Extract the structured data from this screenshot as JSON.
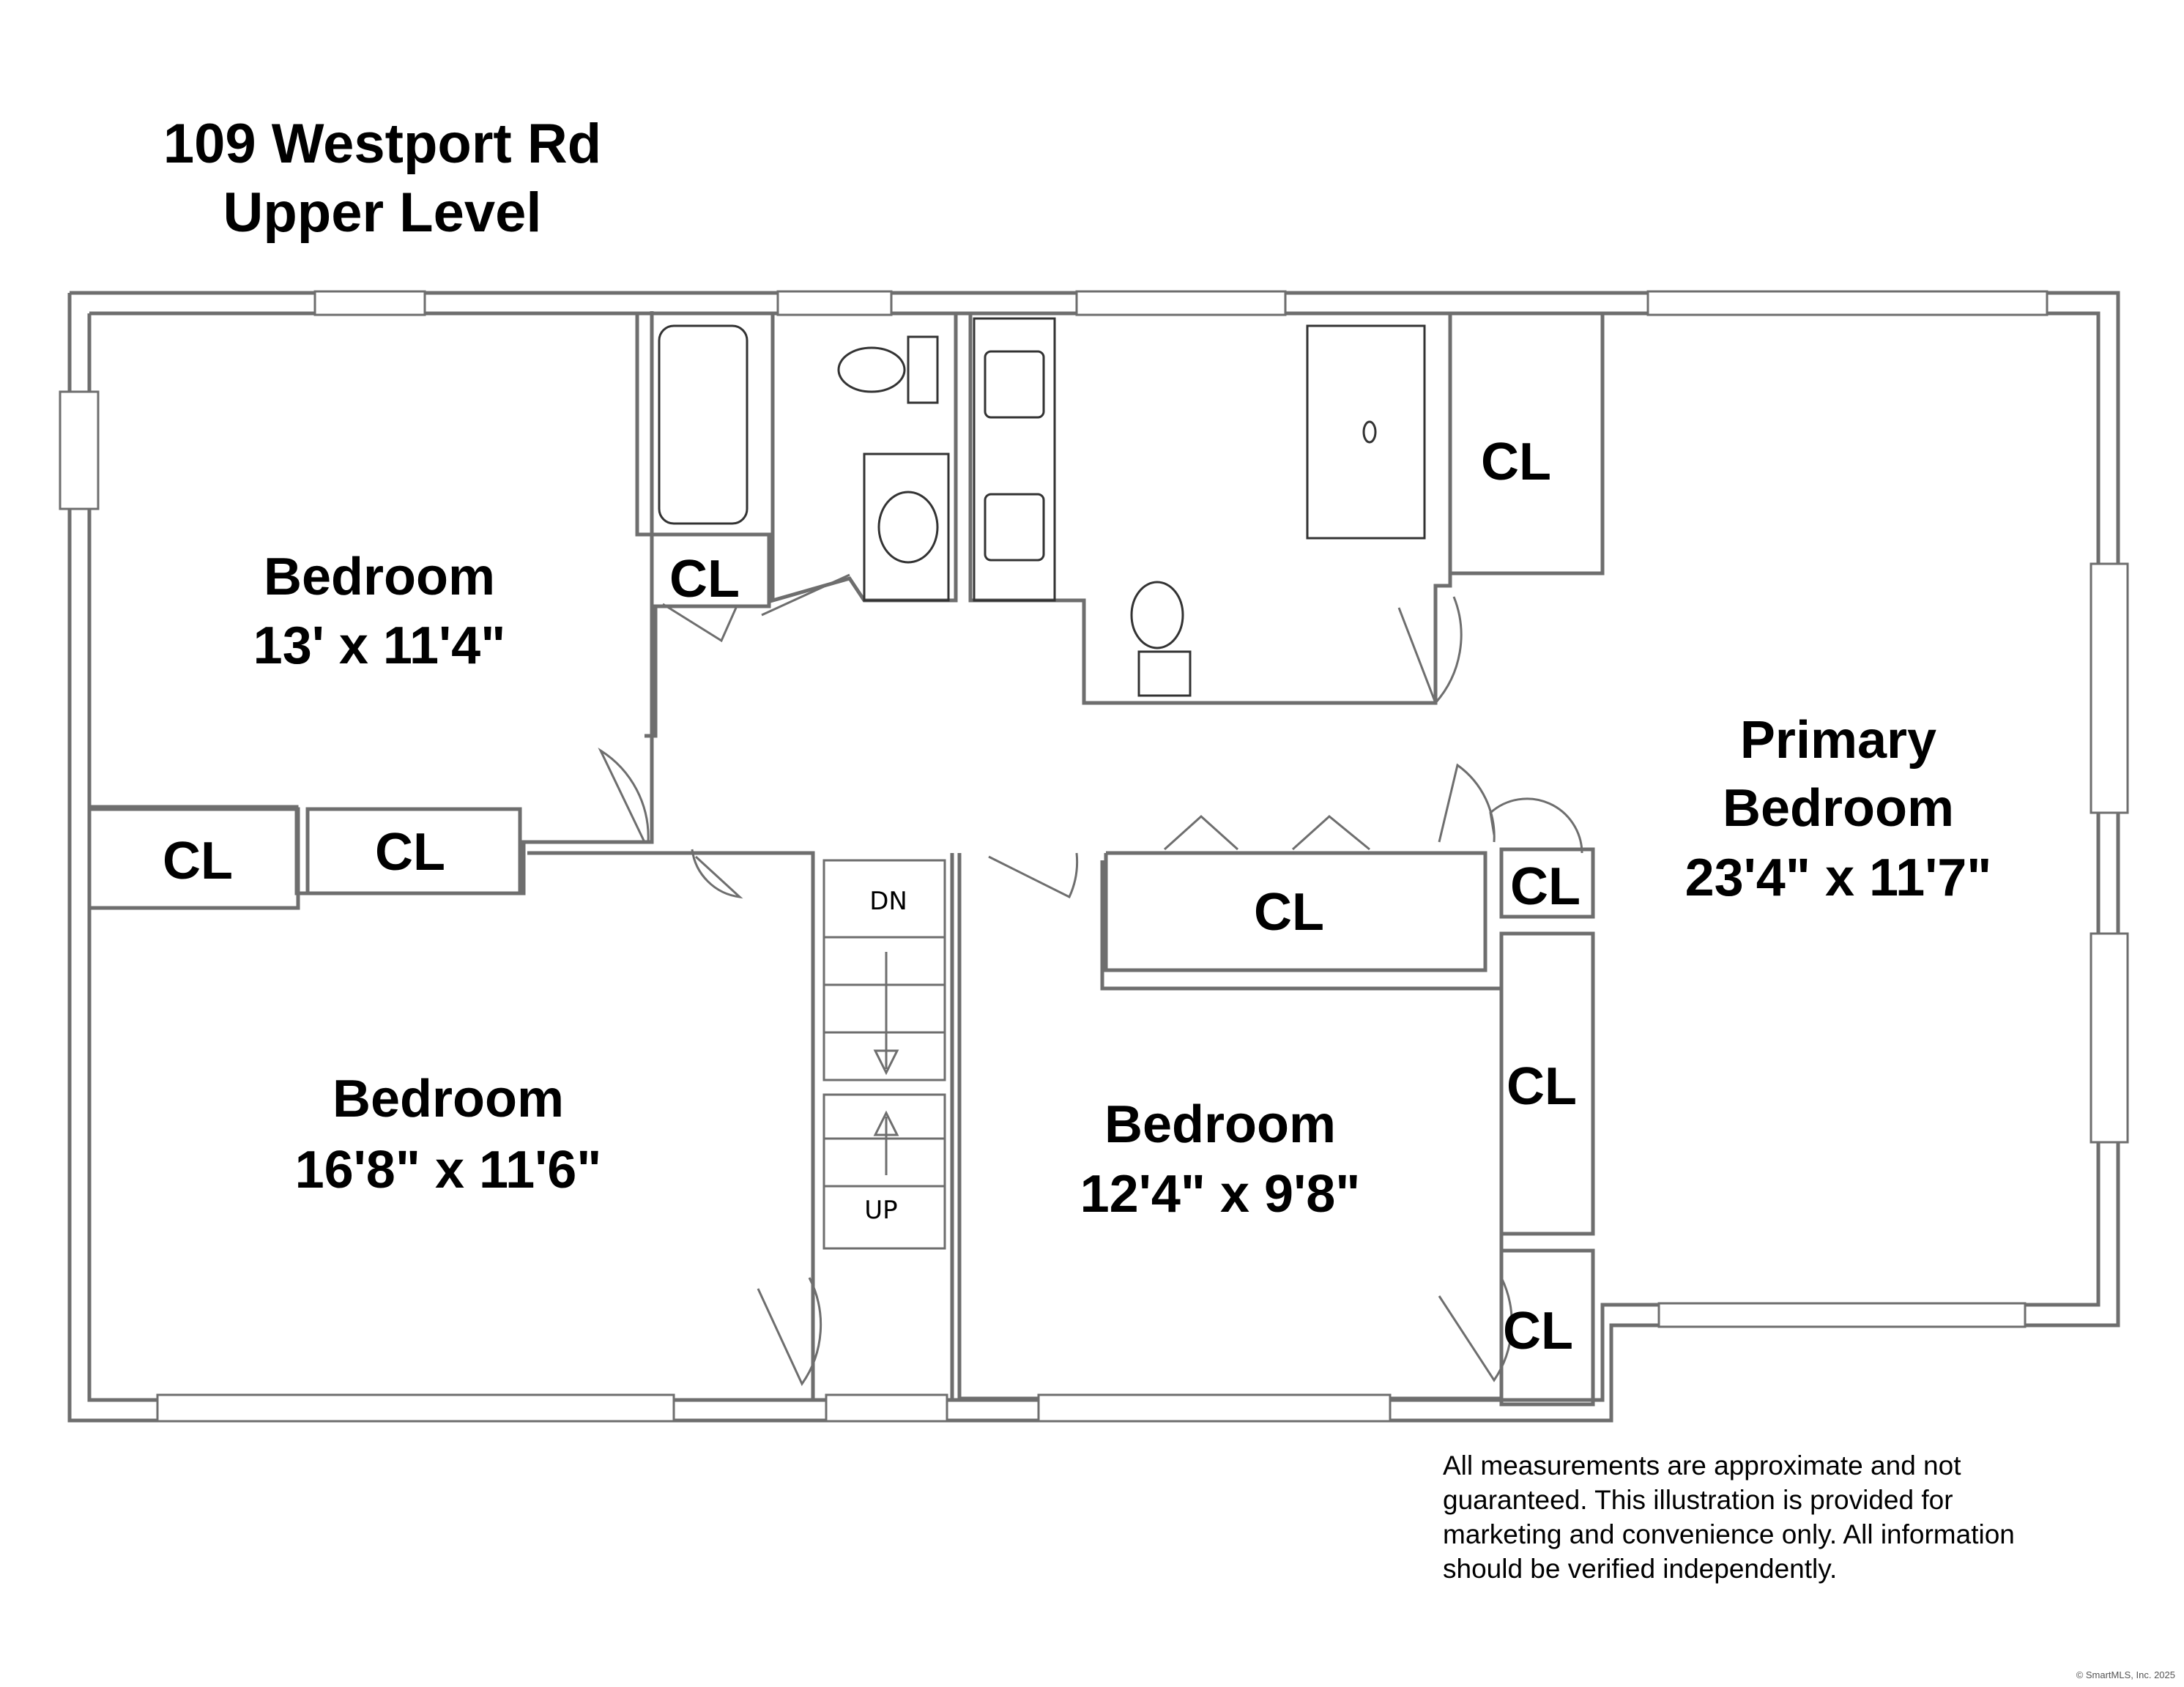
{
  "title": {
    "line1": "109 Westport Rd",
    "line2": "Upper Level"
  },
  "rooms": {
    "bedroom_nw": {
      "name": "Bedroom",
      "size": "13' x 11'4\""
    },
    "bedroom_sw": {
      "name": "Bedroom",
      "size": "16'8\" x 11'6\""
    },
    "bedroom_s": {
      "name": "Bedroom",
      "size": "12'4\" x 9'8\""
    },
    "primary": {
      "name1": "Primary",
      "name2": "Bedroom",
      "size": "23'4\" x 11'7\""
    }
  },
  "closet_label": "CL",
  "stairs": {
    "down": "DN",
    "up": "UP"
  },
  "disclaimer": [
    "All measurements are approximate and not",
    "guaranteed. This illustration is provided for",
    "marketing and convenience only. All information",
    "should be verified independently."
  ],
  "copyright": "© SmartMLS, Inc. 2025",
  "colors": {
    "wall": "#7a7a7a",
    "fixture": "#333333"
  }
}
